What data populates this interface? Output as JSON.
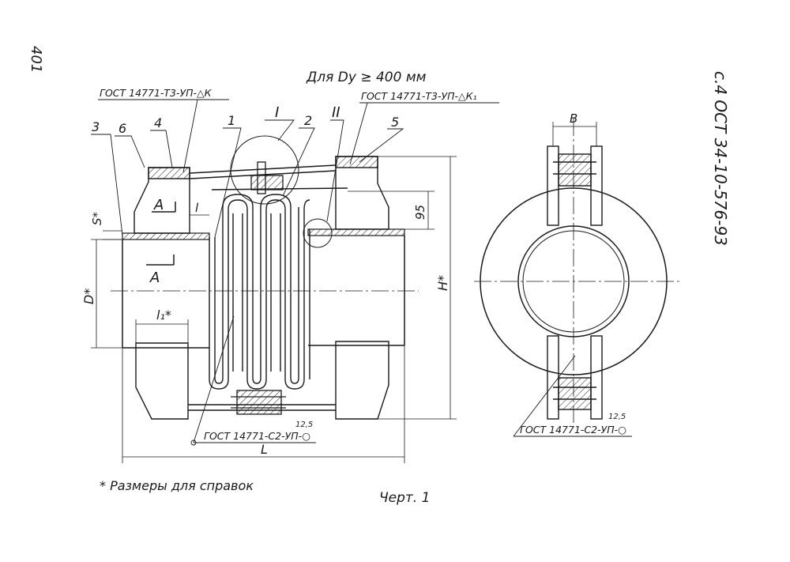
{
  "header": {
    "page_number": "401",
    "standard_code": "с.4  ОСТ 34-10-576-93",
    "condition": "Для Dy ≥ 400 мм"
  },
  "weld_notes": {
    "top_left": "ГОСТ 14771-Т3-УП-△К",
    "top_right": "ГОСТ 14771-Т3-УП-△К₁",
    "bottom_left": "ГОСТ 14771-С2-УП-○",
    "bottom_right": "ГОСТ 14771-С2-УП-○",
    "roughness": "12,5"
  },
  "detail_callouts": {
    "detail_1": "I",
    "detail_2": "II"
  },
  "position_numbers": {
    "p1": "1",
    "p2": "2",
    "p3": "3",
    "p4": "4",
    "p5": "5",
    "p6": "6"
  },
  "section": {
    "mark_top": "А",
    "mark_bottom": "А"
  },
  "dimensions": {
    "s": "S*",
    "d": "D*",
    "h": "H*",
    "l": "l",
    "l1": "l₁*",
    "L": "L",
    "dim_95": "95",
    "B": "В"
  },
  "footnote": "* Размеры для справок",
  "caption": "Черт. 1"
}
